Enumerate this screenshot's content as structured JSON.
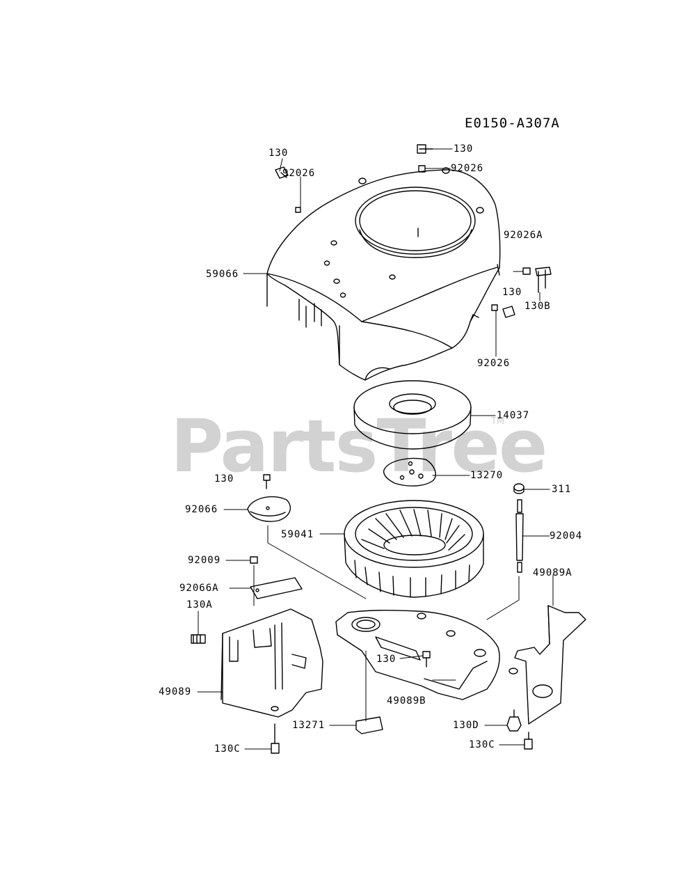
{
  "diagram_code": "E0150-A307A",
  "watermark": "PartsTree",
  "watermark_mark": "TM",
  "callouts": [
    {
      "id": "c130_top",
      "text": "130"
    },
    {
      "id": "c92026_top",
      "text": "92026"
    },
    {
      "id": "c130_left",
      "text": "130"
    },
    {
      "id": "c92026_left",
      "text": "92026"
    },
    {
      "id": "c92026A",
      "text": "92026A"
    },
    {
      "id": "c130_right",
      "text": "130"
    },
    {
      "id": "c130B",
      "text": "130B"
    },
    {
      "id": "c59066",
      "text": "59066"
    },
    {
      "id": "c92026_lower",
      "text": "92026"
    },
    {
      "id": "c14037",
      "text": "14037"
    },
    {
      "id": "c13270",
      "text": "13270"
    },
    {
      "id": "c130_mid",
      "text": "130"
    },
    {
      "id": "c92066",
      "text": "92066"
    },
    {
      "id": "c311",
      "text": "311"
    },
    {
      "id": "c59041",
      "text": "59041"
    },
    {
      "id": "c92004",
      "text": "92004"
    },
    {
      "id": "c92009",
      "text": "92009"
    },
    {
      "id": "c49089A",
      "text": "49089A"
    },
    {
      "id": "c92066A",
      "text": "92066A"
    },
    {
      "id": "c130A",
      "text": "130A"
    },
    {
      "id": "c130_base",
      "text": "130"
    },
    {
      "id": "c49089",
      "text": "49089"
    },
    {
      "id": "c49089B",
      "text": "49089B"
    },
    {
      "id": "c13271",
      "text": "13271"
    },
    {
      "id": "c130D",
      "text": "130D"
    },
    {
      "id": "c130C_left",
      "text": "130C"
    },
    {
      "id": "c130C_right",
      "text": "130C"
    }
  ]
}
